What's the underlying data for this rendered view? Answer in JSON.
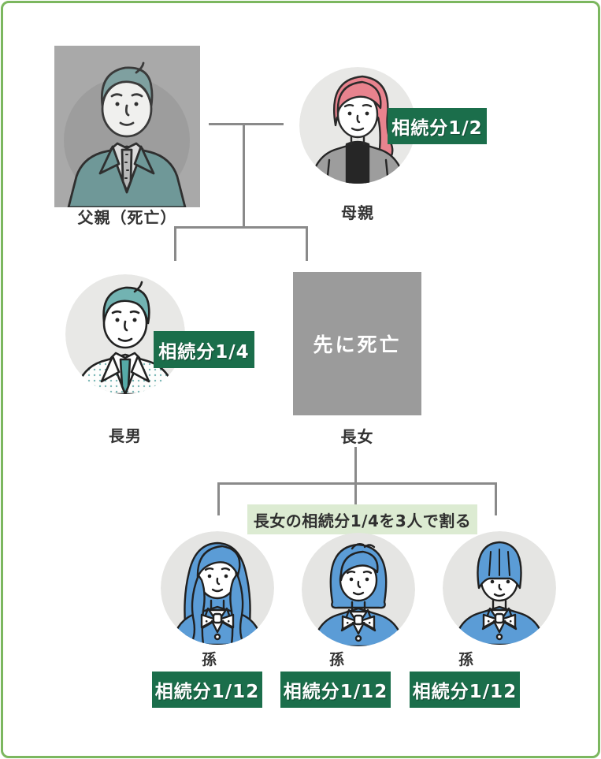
{
  "diagram": {
    "father": {
      "label": "父親（死亡）"
    },
    "mother": {
      "label": "母親",
      "badge": "相続分1/2"
    },
    "son": {
      "label": "長男",
      "badge": "相続分1/4"
    },
    "daughter": {
      "label": "長女",
      "status": "先に死亡"
    },
    "note": "長女の相続分1/4を3人で割る",
    "grandchildren": [
      {
        "label": "孫",
        "badge": "相続分1/12"
      },
      {
        "label": "孫",
        "badge": "相続分1/12"
      },
      {
        "label": "孫",
        "badge": "相続分1/12"
      }
    ],
    "colors": {
      "badge_green": "#1b6e4b",
      "note_green": "#dcebd2",
      "border_green": "#7cb75f",
      "line_gray": "#8a8a8a",
      "box_gray": "#9b9b9b",
      "photo_gray": "#a9a9a9",
      "label_ink": "#333333"
    }
  }
}
